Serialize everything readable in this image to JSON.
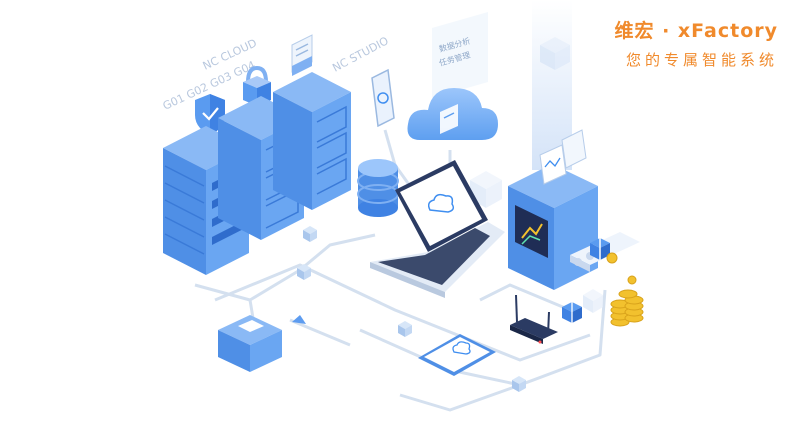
{
  "brand": {
    "title": "维宏 · xFactory",
    "subtitle": "您的专属智能系统",
    "color": "#f08a2c"
  },
  "labels": {
    "cloud": "NC CLOUD",
    "servers": "G01 G02 G03 G04",
    "studio": "NC STUDIO"
  },
  "phone_panel": {
    "lines": [
      "数据分析",
      "任务管理"
    ]
  },
  "colors": {
    "accent": "#3f8ef0",
    "line": "#d4e0ef",
    "gold": "#f2c12e"
  }
}
